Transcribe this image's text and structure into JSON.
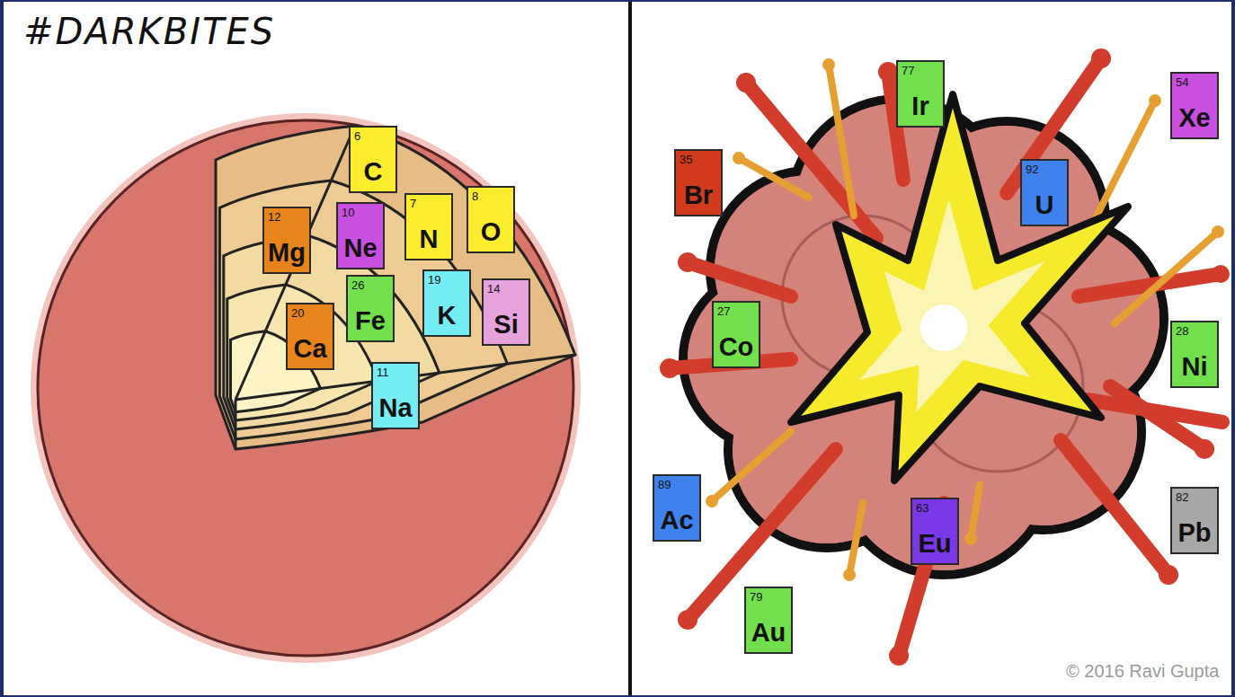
{
  "diagram": {
    "title": "#DARKBITES",
    "nodes": [
      {
        "text": [
          "6",
          "C"
        ]
      },
      {
        "text": [
          "12",
          "Mg"
        ]
      },
      {
        "text": [
          "10",
          "Ne"
        ]
      },
      {
        "text": [
          "7",
          "N"
        ]
      },
      {
        "text": [
          "8",
          "O"
        ]
      },
      {
        "text": [
          "26",
          "Fe"
        ]
      },
      {
        "text": [
          "19",
          "K"
        ]
      },
      {
        "text": [
          "14",
          "Si"
        ]
      },
      {
        "text": [
          "20",
          "Ca"
        ]
      },
      {
        "text": [
          "11",
          "Na"
        ]
      },
      {
        "text": [
          "77",
          "Ir"
        ]
      },
      {
        "text": [
          "54",
          "Xe"
        ]
      },
      {
        "text": [
          "35",
          "Br"
        ]
      },
      {
        "text": [
          "92",
          "U"
        ]
      },
      {
        "text": [
          "27",
          "Co"
        ]
      },
      {
        "text": [
          "28",
          "Ni"
        ]
      },
      {
        "text": [
          "89",
          "Ac"
        ]
      },
      {
        "text": [
          "63",
          "Eu"
        ]
      },
      {
        "text": [
          "82",
          "Pb"
        ]
      },
      {
        "text": [
          "79",
          "Au"
        ]
      }
    ],
    "labels": [
      "© 2016 Ravi Gupta"
    ]
  }
}
